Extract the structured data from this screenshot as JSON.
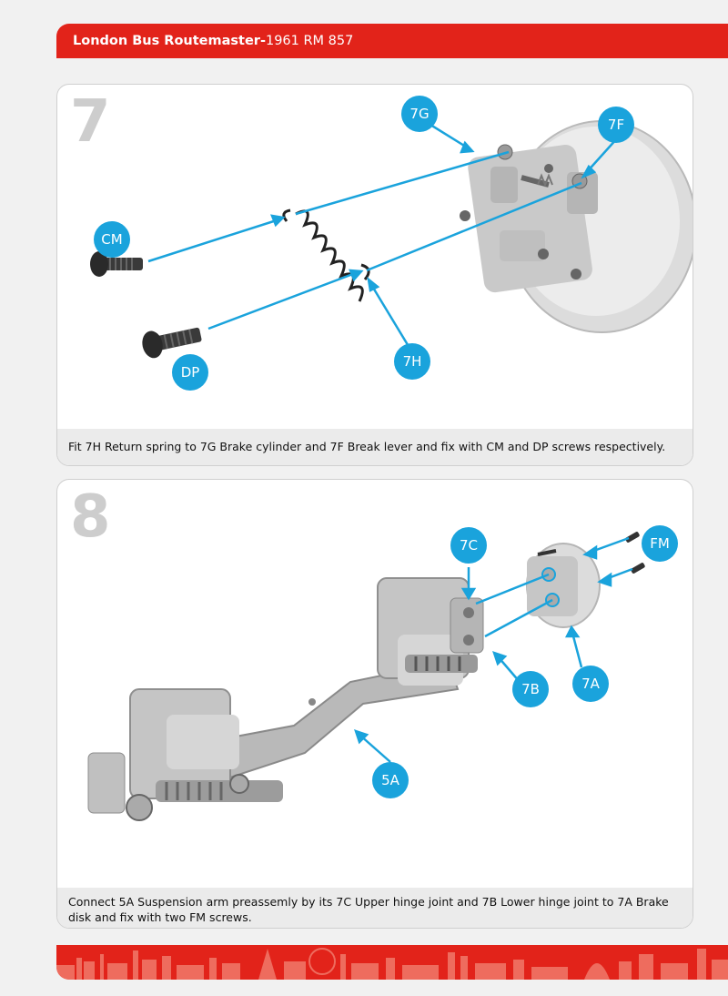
{
  "header": {
    "title_bold": "London Bus Routemaster-",
    "title_regular": "1961 RM 857"
  },
  "colors": {
    "brand_red": "#e2231a",
    "callout_blue": "#1aa3dc",
    "step_grey": "#cdcdcd"
  },
  "step7": {
    "number": "7",
    "callouts": {
      "g": "7G",
      "f": "7F",
      "cm": "CM",
      "dp": "DP",
      "h": "7H"
    },
    "caption": "Fit 7H Return spring to 7G Brake cylinder and 7F Break lever and fix with CM and DP screws respectively."
  },
  "step8": {
    "number": "8",
    "callouts": {
      "c": "7C",
      "fm": "FM",
      "b": "7B",
      "a": "7A",
      "arm": "5A"
    },
    "caption": "Connect 5A Suspension arm preassemly by its 7C Upper hinge joint and 7B Lower hinge joint to 7A Brake disk and fix with two FM screws."
  }
}
